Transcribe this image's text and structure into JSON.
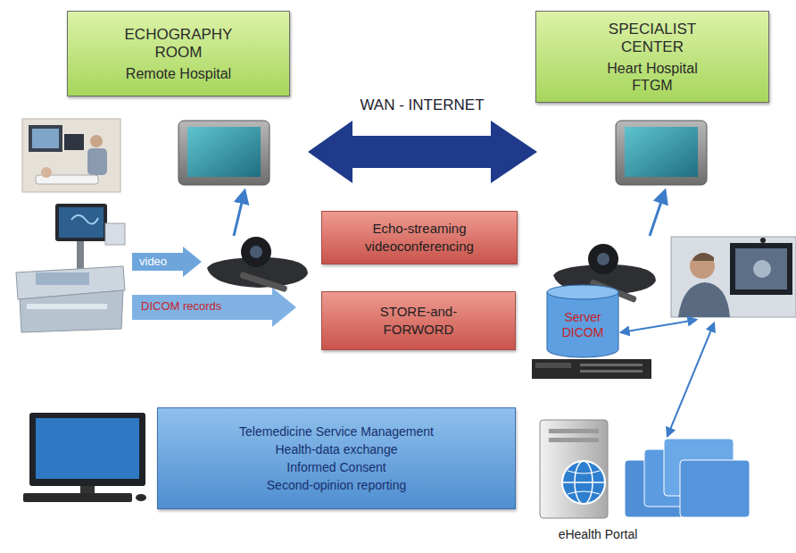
{
  "diagram": {
    "nodes": [
      {
        "text": [
          "ECHOGRAPHY ROOM",
          "Remote Hospital"
        ]
      },
      {
        "text": [
          "SPECIALIST CENTER",
          "Heart Hospital FTGM"
        ]
      },
      {
        "text": [
          "Echo-streaming videoconferencing"
        ]
      },
      {
        "text": [
          "STORE-and- FORWORD"
        ]
      },
      {
        "text": [
          "Telemedicine Service Management",
          "Health-data exchange",
          "Informed Consent",
          "Second-opinion reporting"
        ]
      },
      {
        "text": [
          "Server DICOM"
        ]
      }
    ],
    "labels": [
      "WAN - INTERNET",
      "video",
      "DICOM records",
      "eHealth Portal"
    ]
  }
}
